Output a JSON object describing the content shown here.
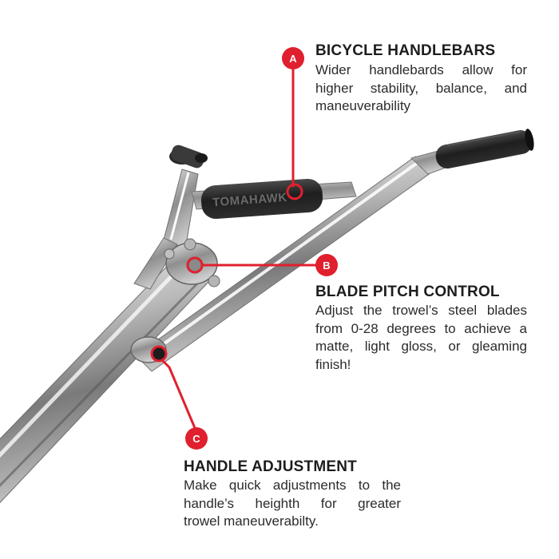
{
  "accent_color": "#e0202e",
  "handle_grip_text": "TOMAHAWK",
  "callouts": {
    "a": {
      "badge": "A",
      "title": "BICYCLE HANDLEBARS",
      "lines": [
        "Wider handlebards allow for",
        "higher stability, balance, and",
        "maneuverability"
      ]
    },
    "b": {
      "badge": "B",
      "title": "BLADE PITCH CONTROL",
      "lines": [
        "Adjust the trowel’s steel blades",
        "from 0-28 degrees to achieve a",
        "matte, light gloss, or gleaming",
        "finish!"
      ]
    },
    "c": {
      "badge": "C",
      "title": "HANDLE ADJUSTMENT",
      "lines": [
        "Make quick adjustments to the",
        "handle’s heighth for greater",
        "trowel maneuverabilty."
      ]
    }
  }
}
